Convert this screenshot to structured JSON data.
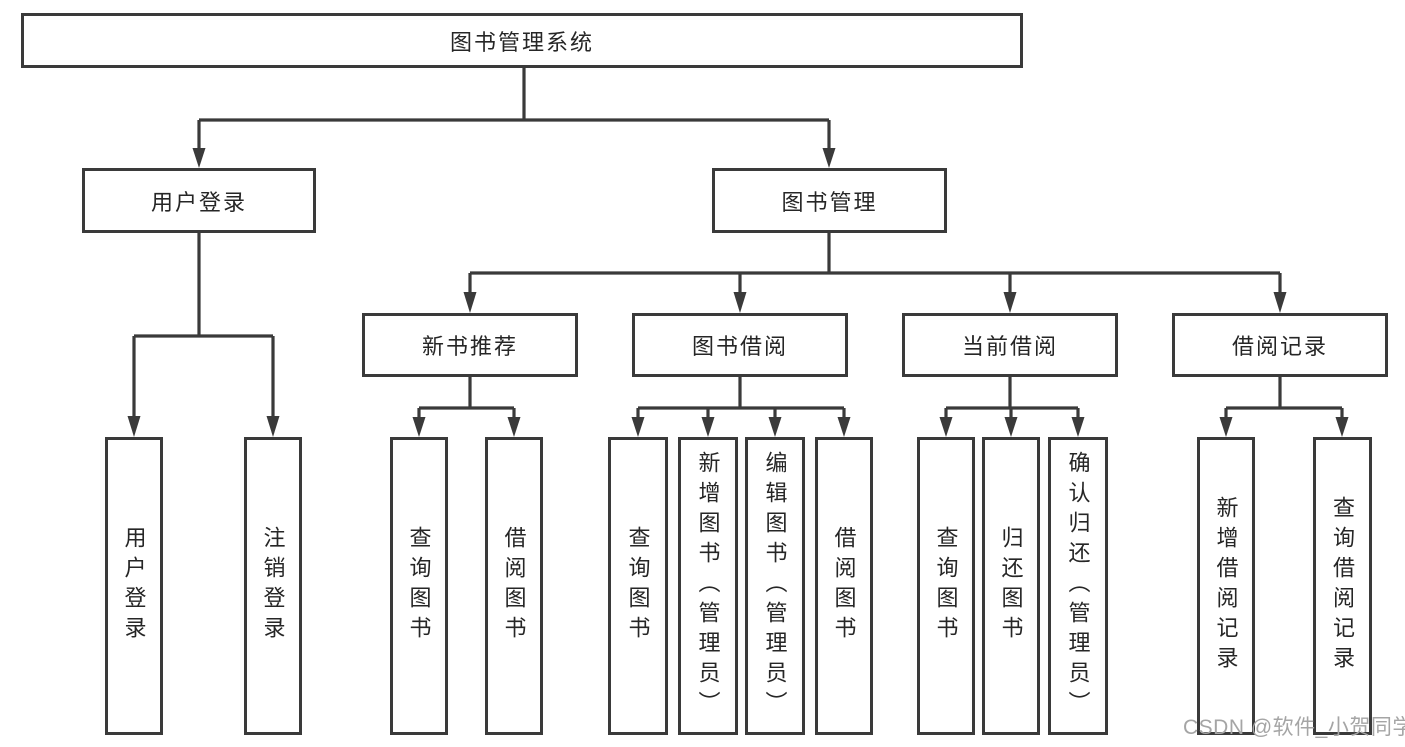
{
  "nodes": {
    "root": {
      "label": "图书管理系统"
    },
    "level2": [
      {
        "id": "user-login",
        "label": "用户登录"
      },
      {
        "id": "book-mgmt",
        "label": "图书管理"
      }
    ],
    "level3": [
      {
        "id": "new-book-rec",
        "label": "新书推荐"
      },
      {
        "id": "book-borrow",
        "label": "图书借阅"
      },
      {
        "id": "current-borrow",
        "label": "当前借阅"
      },
      {
        "id": "borrow-record",
        "label": "借阅记录"
      }
    ],
    "leaves": [
      {
        "id": "user-login-leaf",
        "label": "用户登录"
      },
      {
        "id": "logout-leaf",
        "label": "注销登录"
      },
      {
        "id": "newbook-query",
        "label": "查询图书"
      },
      {
        "id": "newbook-borrow",
        "label": "借阅图书"
      },
      {
        "id": "bookborrow-query",
        "label": "查询图书"
      },
      {
        "id": "bookborrow-add",
        "label": "新增图书（管理员）"
      },
      {
        "id": "bookborrow-edit",
        "label": "编辑图书（管理员）"
      },
      {
        "id": "bookborrow-borrow",
        "label": "借阅图书"
      },
      {
        "id": "current-query",
        "label": "查询图书"
      },
      {
        "id": "current-return",
        "label": "归还图书"
      },
      {
        "id": "current-confirm",
        "label": "确认归还（管理员）"
      },
      {
        "id": "record-add",
        "label": "新增借阅记录"
      },
      {
        "id": "record-query",
        "label": "查询借阅记录"
      }
    ]
  },
  "watermark": {
    "text": "CSDN @软件_小贺同学"
  },
  "colors": {
    "line": "#3a3a3a",
    "box_border": "#3a3a3a",
    "text": "#262626",
    "watermark": "#a5a5a5",
    "background": "#ffffff"
  }
}
